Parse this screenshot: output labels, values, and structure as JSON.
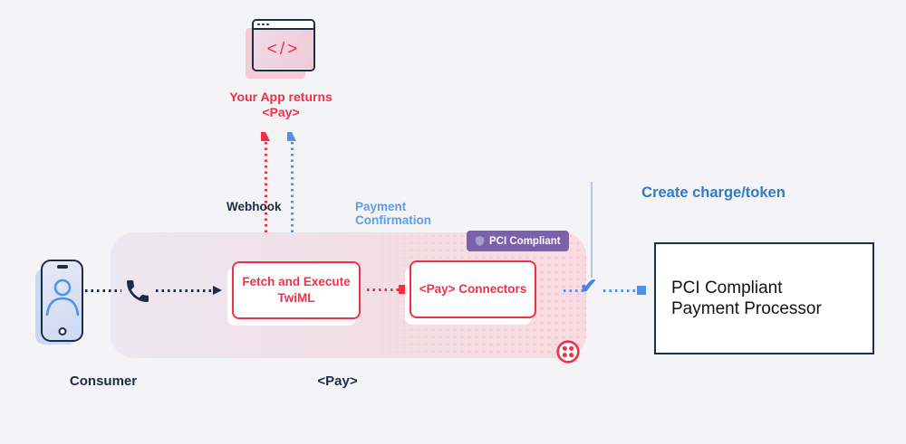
{
  "app": {
    "code_glyph": "</>",
    "label_line1": "Your App returns",
    "label_line2": "<Pay>"
  },
  "flow_labels": {
    "webhook": "Webhook",
    "payment_confirmation": "Payment Confirmation",
    "create_charge": "Create charge/token"
  },
  "badge": {
    "label": "PCI Compliant"
  },
  "nodes": {
    "fetch_line1": "Fetch and Execute",
    "fetch_line2": "TwiML",
    "connectors": "<Pay> Connectors",
    "processor_line1": "PCI Compliant",
    "processor_line2": "Payment Processor"
  },
  "actors": {
    "consumer": "Consumer",
    "pay": "<Pay>"
  },
  "icons": {
    "check_glyph": "✔",
    "browser_window": "browser-window-icon",
    "phone": "consumer-phone-icon",
    "handset": "call-handset-icon",
    "shield": "shield-icon",
    "twilio": "twilio-logo"
  },
  "colors": {
    "twilio_red": "#F22F46",
    "navy": "#1E2B45",
    "arrow_blue": "#4D94E8",
    "confirmation_blue": "#5B9EE9",
    "charge_blue": "#2E7BC9",
    "badge_purple": "#7C60AC",
    "background": "#F4F4F6"
  }
}
